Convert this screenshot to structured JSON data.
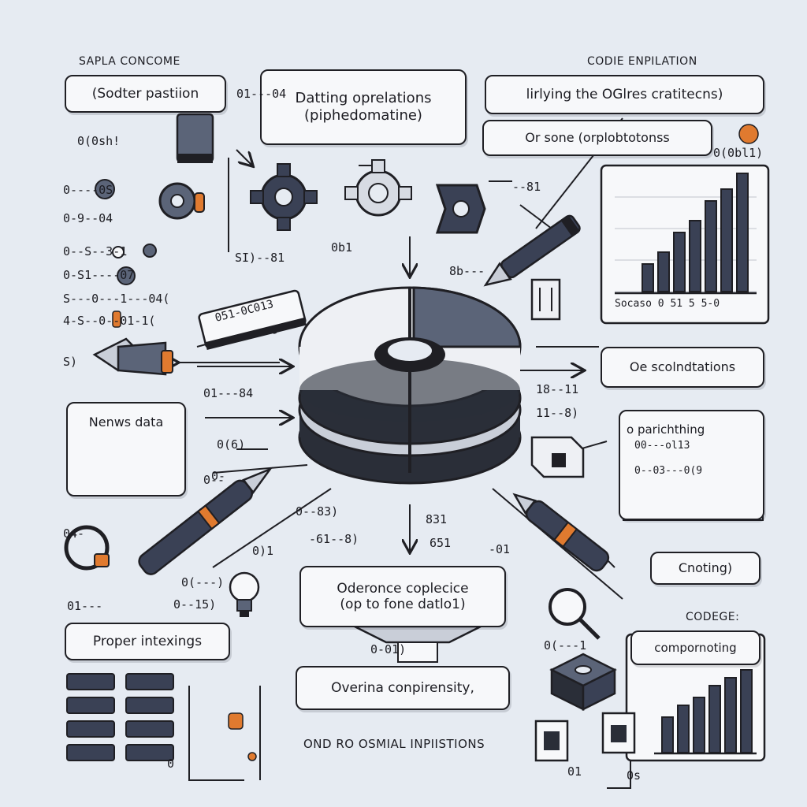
{
  "headers": {
    "top_left": "SAPLA CONCOME",
    "top_right": "CODIE ENPILATION",
    "right_mid": "CODEGE:"
  },
  "boxes": {
    "sodter": "(Sodter pastiion",
    "dating_line1": "Datting oprelations",
    "dating_line2": "(piphedomatine)",
    "lirlying": "lirlying  the  OGlres cratitecns)",
    "orsone": "Or sone (orplobtotonss",
    "oe": "Oe scolndtations",
    "parichthing": "o parichthing",
    "nenws": "Nenws data",
    "oderonce_line1": "Oderonce coplecice",
    "oderonce_line2": "(op to fone datlo1)",
    "overina": "Overina conpirensity,",
    "proper": "Proper intexings",
    "cnoting": "Cnoting)",
    "compornoting": "compornoting"
  },
  "labels": {
    "sticker": "051-0C013",
    "bar_axis": "Socaso 0 51 5 5-0",
    "bottom_line": "OND RO OSMIAL INPIISTIONS"
  },
  "notes": [
    "0(0sh!",
    "0----0S",
    "0-9--04",
    "0--S--3-1",
    "0-S1----07",
    "S---0---1---04(",
    "4-S--0--01-1(",
    "S)",
    "01---04",
    "SI)--81",
    "0b1",
    "--81",
    "8b---",
    "01---84",
    "0--",
    "0(6)",
    "18--11",
    "11--8)",
    "00---ol13",
    "0--03---0(9",
    "0--83)",
    "-61--8)",
    "831",
    "651",
    "-01",
    "0-01)",
    "0(---)",
    "0--15)",
    "01---",
    "0)1",
    "0",
    "01",
    "0s",
    "04-",
    "0-",
    "0(---1",
    "0(0bl1)"
  ],
  "colors": {
    "background": "#e6ebf2",
    "ink": "#1f1f24",
    "accent": "#e07a2f",
    "slate": "#5b6478",
    "bar": "#3a4155"
  }
}
